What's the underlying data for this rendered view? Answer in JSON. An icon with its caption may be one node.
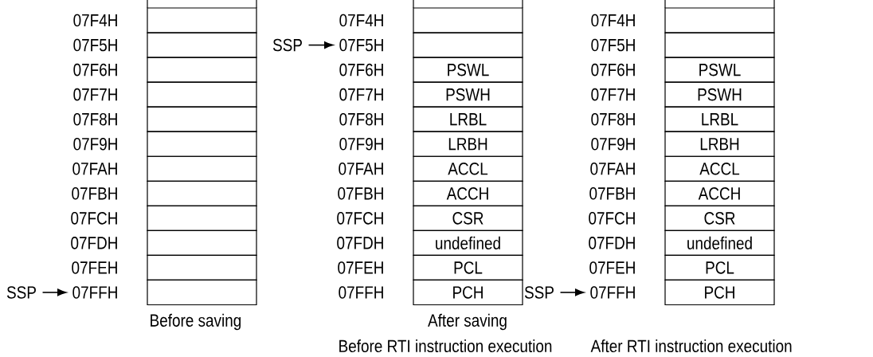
{
  "diagram": {
    "nodes": [
      {
        "text": [],
        "shape": "box"
      },
      {
        "text": [],
        "shape": "box"
      },
      {
        "text": [],
        "shape": "box"
      },
      {
        "text": [],
        "shape": "box"
      },
      {
        "text": [],
        "shape": "box"
      },
      {
        "text": [],
        "shape": "box"
      },
      {
        "text": [],
        "shape": "box"
      },
      {
        "text": [],
        "shape": "box"
      },
      {
        "text": [],
        "shape": "box"
      },
      {
        "text": [],
        "shape": "box"
      },
      {
        "text": [],
        "shape": "box"
      },
      {
        "text": [],
        "shape": "box"
      },
      {
        "text": [
          "SSP"
        ]
      },
      {
        "text": [
          "07FFH"
        ]
      },
      {
        "text": [],
        "shape": "box"
      },
      {
        "text": [],
        "shape": "box"
      },
      {
        "text": [
          "PSWL"
        ]
      },
      {
        "text": [
          "PSWH"
        ]
      },
      {
        "text": [
          "LRBL"
        ]
      },
      {
        "text": [
          "LRBH"
        ]
      },
      {
        "text": [
          "ACCL"
        ]
      },
      {
        "text": [
          "ACCH"
        ]
      },
      {
        "text": [
          "CSR"
        ]
      },
      {
        "text": [
          "undefined"
        ]
      },
      {
        "text": [
          "PCL"
        ]
      },
      {
        "text": [
          "PCH"
        ]
      },
      {
        "text": [
          "SSP"
        ]
      },
      {
        "text": [
          "07F5H"
        ]
      },
      {
        "text": [],
        "shape": "box"
      },
      {
        "text": [],
        "shape": "box"
      },
      {
        "text": [
          "PSWL"
        ]
      },
      {
        "text": [
          "PSWH"
        ]
      },
      {
        "text": [
          "LRBL"
        ]
      },
      {
        "text": [
          "LRBH"
        ]
      },
      {
        "text": [
          "ACCL"
        ]
      },
      {
        "text": [
          "ACCH"
        ]
      },
      {
        "text": [
          "CSR"
        ]
      },
      {
        "text": [
          "undefined"
        ]
      },
      {
        "text": [
          "PCL"
        ]
      },
      {
        "text": [
          "PCH"
        ]
      },
      {
        "text": [
          "SSP"
        ]
      },
      {
        "text": [
          "07FFH"
        ]
      }
    ],
    "edges": [
      {
        "from": 12,
        "to": 13,
        "arrow": "to"
      },
      {
        "from": 26,
        "to": 27,
        "arrow": "to"
      },
      {
        "from": 40,
        "to": 41,
        "arrow": "to"
      }
    ],
    "labels": [
      "07F4H",
      "07F5H",
      "07F6H",
      "07F7H",
      "07F8H",
      "07F9H",
      "07FAH",
      "07FBH",
      "07FCH",
      "07FDH",
      "07FEH",
      "07F4H",
      "07F6H",
      "07F7H",
      "07F8H",
      "07F9H",
      "07FAH",
      "07FBH",
      "07FCH",
      "07FDH",
      "07FEH",
      "07FFH",
      "07F4H",
      "07F5H",
      "07F6H",
      "07F7H",
      "07F8H",
      "07F9H",
      "07FAH",
      "07FBH",
      "07FCH",
      "07FDH",
      "07FEH",
      "Before saving",
      "After saving",
      "Before RTI instruction execution",
      "After RTI instruction execution"
    ]
  }
}
